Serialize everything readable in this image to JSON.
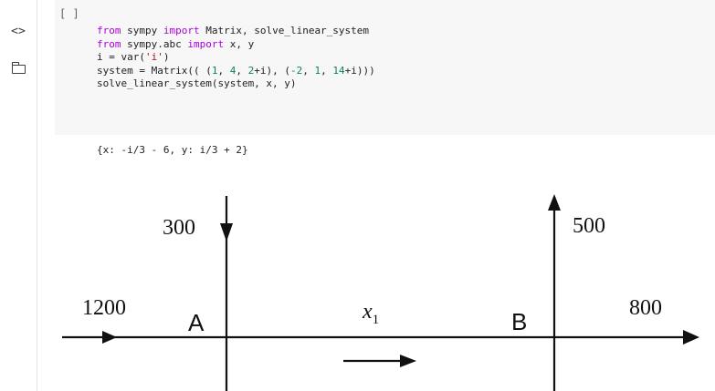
{
  "left_rail": {
    "code_icon": "code-brackets-icon",
    "code_glyph": "<>",
    "folder_icon": "folder-icon"
  },
  "cell": {
    "run_indicator": "[ ]",
    "code_lines": [
      "from sympy import Matrix, solve_linear_system",
      "from sympy.abc import x, y",
      "i = var('i')",
      "system = Matrix(( (1, 4, 2+i), (-2, 1, 14+i)))",
      "solve_linear_system(system, x, y)"
    ],
    "output": "{x: -i/3 - 6, y: i/3 + 2}"
  },
  "figure": {
    "flow_300": "300",
    "flow_500": "500",
    "flow_1200": "1200",
    "flow_800": "800",
    "node_a": "A",
    "node_b": "B",
    "x_var": "x",
    "x_sub": "1"
  },
  "colors": {
    "cell_bg": "#f7f7f7",
    "keyword": "#af00db",
    "string": "#a31515",
    "number": "#098658"
  }
}
